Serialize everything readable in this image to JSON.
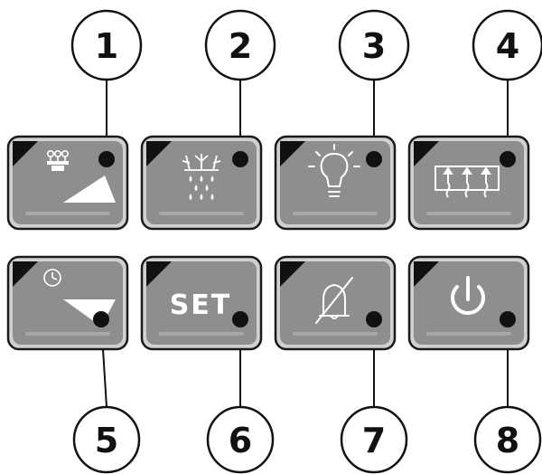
{
  "callouts": [
    "1",
    "2",
    "3",
    "4",
    "5",
    "6",
    "7",
    "8"
  ],
  "keys": [
    {
      "icon": "fan-up-arrow-icon"
    },
    {
      "icon": "defrost-icon"
    },
    {
      "icon": "light-icon"
    },
    {
      "icon": "heater-icon"
    },
    {
      "icon": "clock-down-arrow-icon"
    },
    {
      "icon": "set-label",
      "label": "SET"
    },
    {
      "icon": "alarm-mute-icon"
    },
    {
      "icon": "power-icon"
    }
  ],
  "colors": {
    "key_face": "#8e8e8e",
    "key_border": "#1a1a1a",
    "key_inset": "#a8a8a8",
    "callout_stroke": "#111111"
  }
}
